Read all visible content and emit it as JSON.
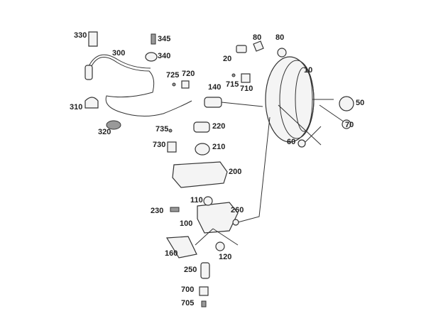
{
  "diagram": {
    "title": "Brake booster and master cylinder exploded parts diagram",
    "part_labels": [
      "330",
      "345",
      "300",
      "340",
      "80",
      "80",
      "20",
      "10",
      "725",
      "720",
      "140",
      "715",
      "710",
      "310",
      "50",
      "320",
      "735",
      "220",
      "70",
      "730",
      "210",
      "60",
      "200",
      "110",
      "230",
      "260",
      "100",
      "160",
      "120",
      "250",
      "700",
      "705"
    ]
  }
}
